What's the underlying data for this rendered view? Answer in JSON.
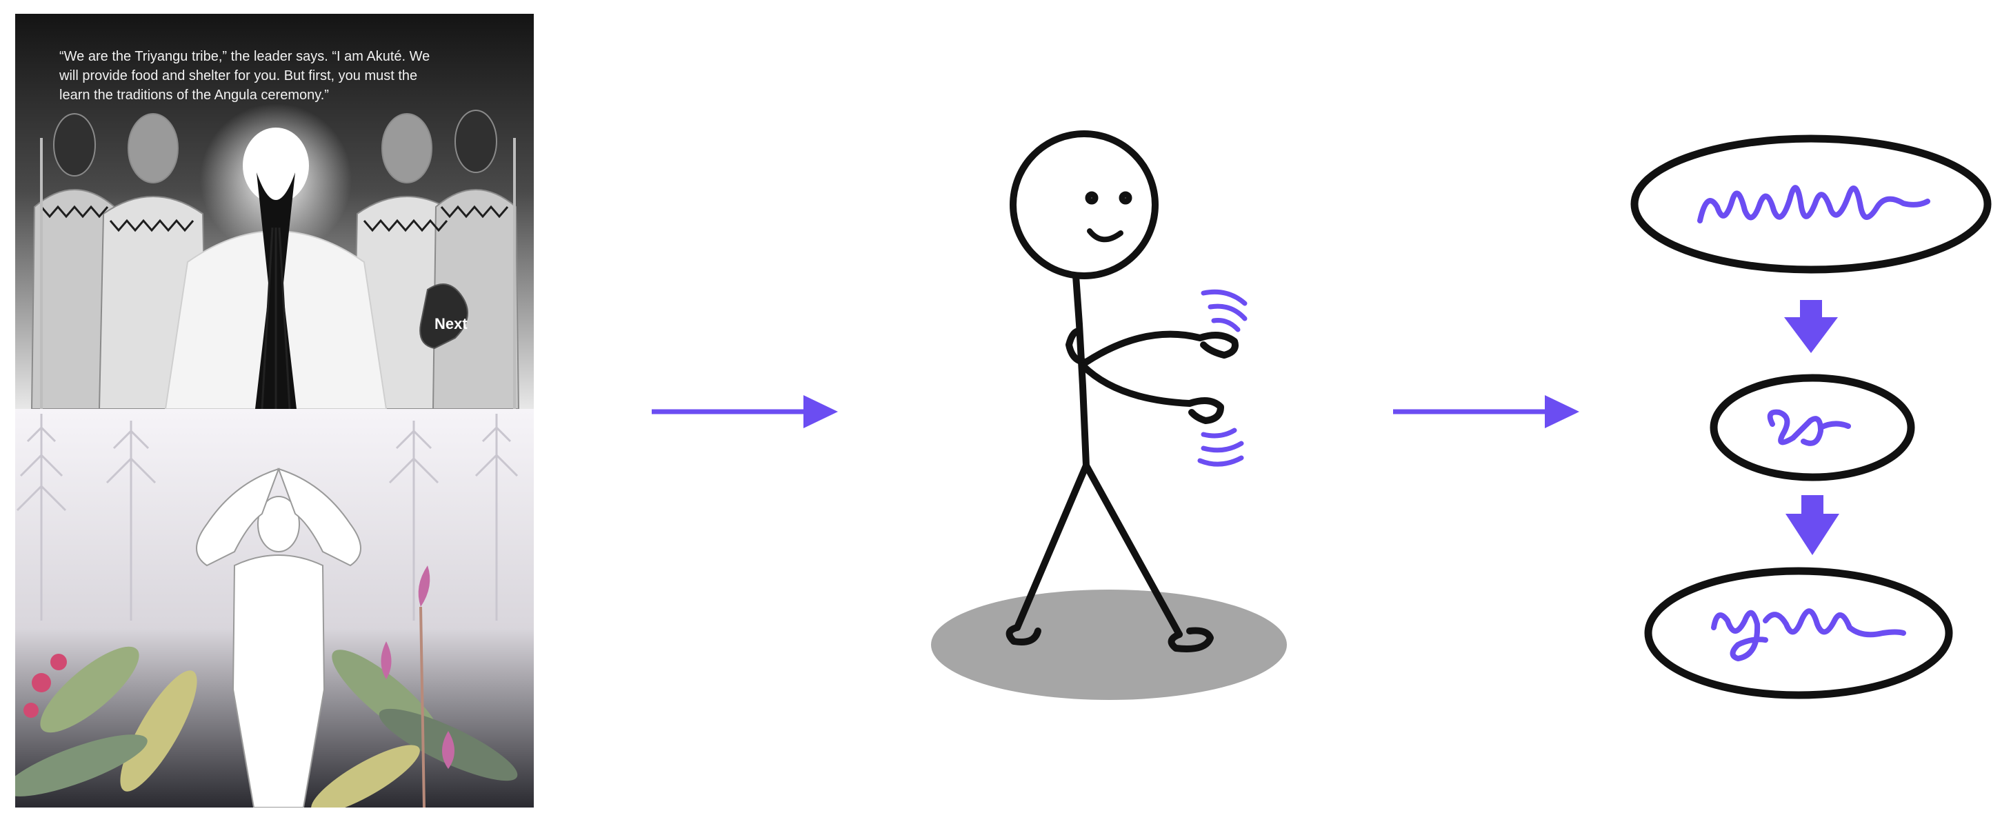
{
  "panel_top": {
    "narration": [
      "“We are the Triyangu tribe,” the leader says. “I am Akuté. We",
      "will provide food and shelter for you. But first, you must the",
      "learn the traditions of the Angula ceremony.”"
    ],
    "next_label": "Next"
  },
  "colors": {
    "accent": "#6b4df2",
    "ink": "#111111",
    "shadow": "#a6a6a6",
    "panel_dark": "#151515",
    "panel_light": "#f4f2f6"
  },
  "icons": {
    "arrow_1": "arrow-right-icon",
    "arrow_2": "arrow-right-icon",
    "figure": "stick-figure-icon",
    "flow_down_1": "arrow-down-icon",
    "flow_down_2": "arrow-down-icon"
  }
}
